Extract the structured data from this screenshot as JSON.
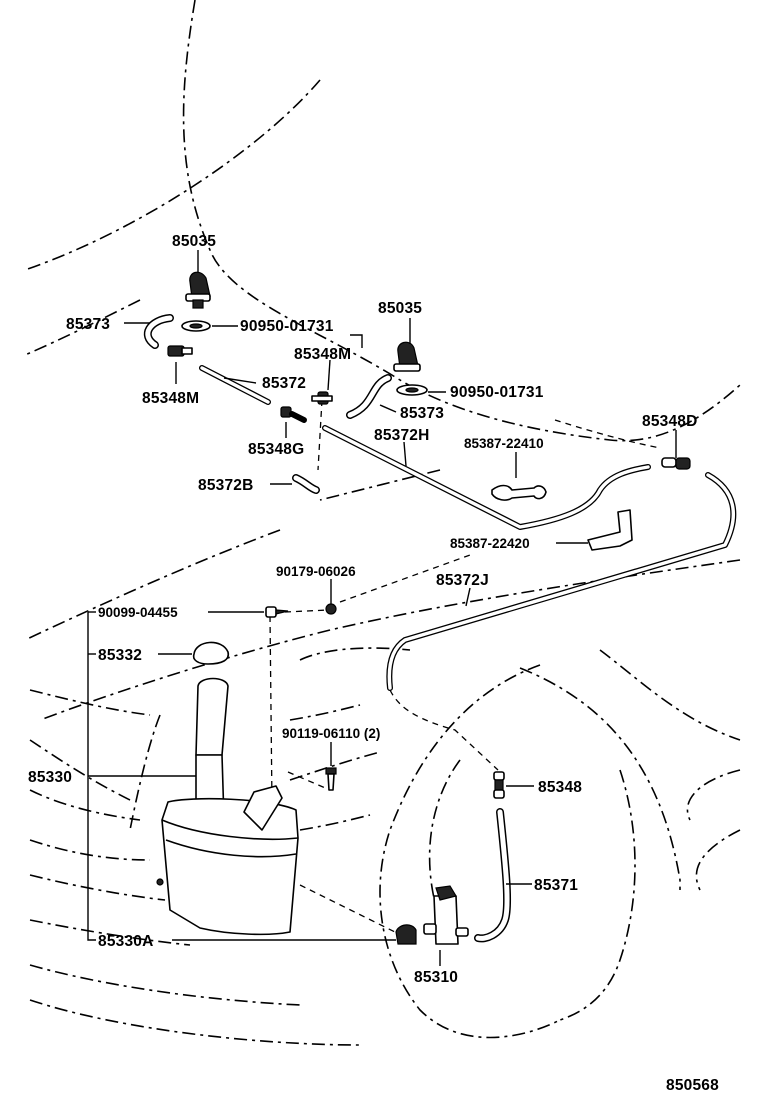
{
  "labels": {
    "nozzle_left": "85035",
    "gasket_left": "90950-01731",
    "hose_left": "85373",
    "check_valve_left": "85348M",
    "tube_main": "85372",
    "check_valve_right": "85348M",
    "nozzle_right": "85035",
    "gasket_right": "90950-01731",
    "hose_right": "85373",
    "tee_joint": "85348G",
    "tube_h": "85372H",
    "clamp_a": "85387-22410",
    "valve_d": "85348D",
    "hose_b": "85372B",
    "clamp_b": "85387-22420",
    "nut": "90179-06026",
    "tube_j": "85372J",
    "bolt_a": "90099-04455",
    "cap": "85332",
    "bolt_b": "90119-06110 (2)",
    "tank": "85330",
    "valve": "85348",
    "hose_pump": "85371",
    "grommet": "85330A",
    "pump": "85310",
    "diagram_number": "850568"
  }
}
